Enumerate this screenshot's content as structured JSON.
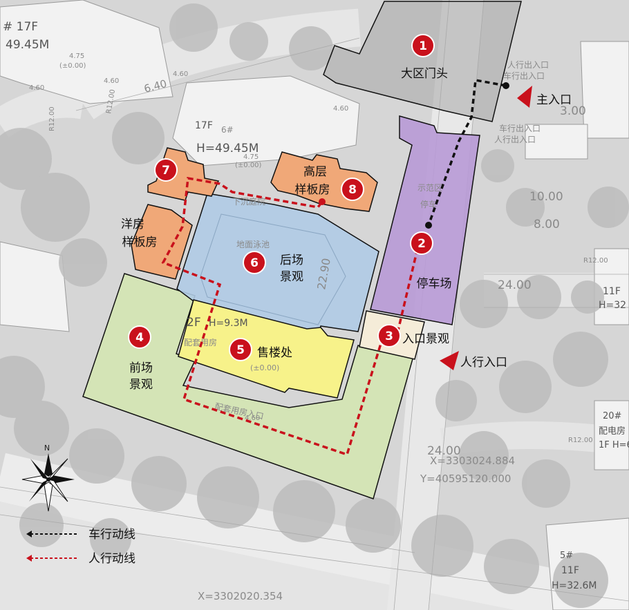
{
  "zones": [
    {
      "num": "1",
      "label": "大区门头"
    },
    {
      "num": "2",
      "label": "停车场"
    },
    {
      "num": "3",
      "label": "入口景观"
    },
    {
      "num": "4",
      "label": "前场",
      "label2": "景观"
    },
    {
      "num": "5",
      "label": "售楼处"
    },
    {
      "num": "6",
      "label": "后场",
      "label2": "景观"
    },
    {
      "num": "7",
      "label": "洋房",
      "label2": "样板房"
    },
    {
      "num": "8",
      "label": "高层",
      "label2": "样板房"
    }
  ],
  "entrances": {
    "main": "主入口",
    "pedestrian": "人行入口"
  },
  "legend": {
    "vehicle": "车行动线",
    "pedestrian": "人行动线"
  },
  "compass": {
    "north": "N"
  },
  "background_labels": {
    "b1_floors": "# 17F",
    "b1_height": "49.45M",
    "b1_elev": "4.75",
    "b1_elev_sub": "(±0.00)",
    "b2_id": "6#",
    "b2_floors": "17F",
    "b2_height": "H=49.45M",
    "b2_elev": "4.75",
    "b2_elev_sub": "(±0.00)",
    "r1": "4.60",
    "r2": "4.60",
    "r3": "4.60",
    "road_width_1": "6.40",
    "r_val_1": "4.60",
    "s1": "人行出入口",
    "s2": "车行出入口",
    "s3": "车行出入口",
    "s4": "人行出入口",
    "d1": "10.00",
    "d2": "8.00",
    "d3": "3.00",
    "d4": "24.00",
    "d5": "24.00",
    "right_floors": "11F",
    "right_height": "H=32",
    "coord_x": "X=3303024.884",
    "coord_y": "Y=40595120.000",
    "coord_x2": "X=3302020.354",
    "b3_id": "5#",
    "b3_floors": "11F",
    "b3_height": "H=32.6M",
    "b4_id": "20#",
    "b4_name": "配电房",
    "b4_floors": "1F H=6",
    "sales_floors": "2F",
    "sales_height": "H=9.3M",
    "sales_support": "配套用房",
    "sales_elev": "(±0.00)",
    "support_entrance": "配套用房入口",
    "support_elev": "4.60",
    "pool": "地面泳池",
    "pool_width": "22.90",
    "garden": "下沉庭院",
    "parking_text": "示范区",
    "parking_text2": "停车",
    "r_tag1": "R12.00",
    "r_tag2": "R12.00",
    "r_tag3": "R12.00",
    "r_tag4": "R12.00"
  }
}
